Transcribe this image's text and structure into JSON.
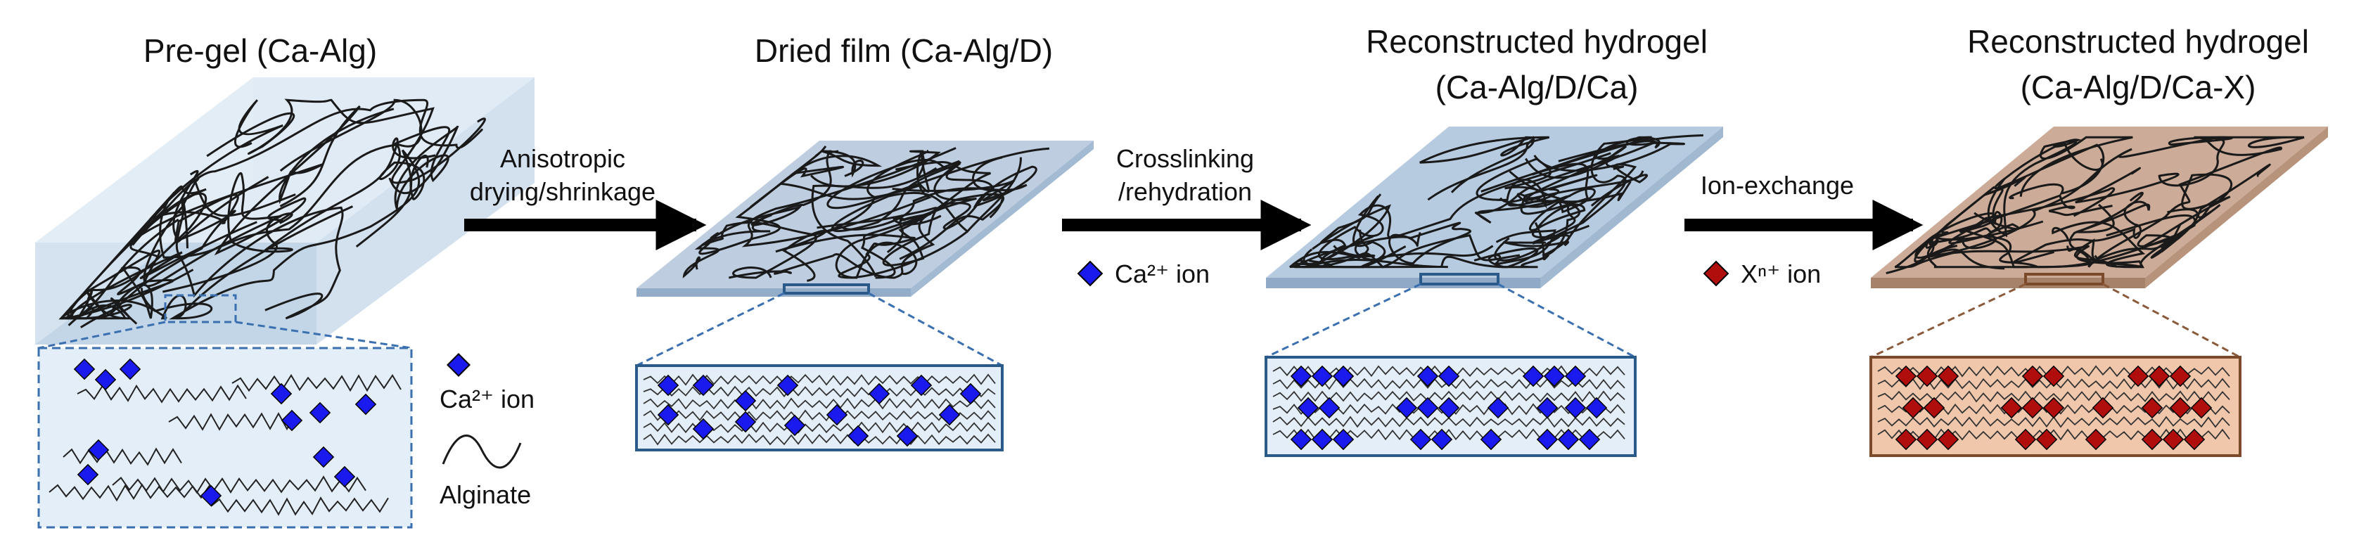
{
  "panels": [
    {
      "title": "Pre-gel (Ca-Alg)",
      "subtitle": ""
    },
    {
      "title": "Dried film (Ca-Alg/D)",
      "subtitle": ""
    },
    {
      "title": "Reconstructed hydrogel",
      "subtitle": "(Ca-Alg/D/Ca)"
    },
    {
      "title": "Reconstructed hydrogel",
      "subtitle": "(Ca-Alg/D/Ca-X)"
    }
  ],
  "arrows": [
    {
      "line1": "Anisotropic",
      "line2": "drying/shrinkage"
    },
    {
      "line1": "Crosslinking",
      "line2": "/rehydration"
    },
    {
      "line1": "Ion-exchange",
      "line2": ""
    }
  ],
  "legend": {
    "ca_ion": "Ca²⁺ ion",
    "alginate": "Alginate",
    "x_ion": "Xⁿ⁺ ion"
  },
  "colors": {
    "ca_subtitle": "#1a7ec8",
    "x_subtitle": "#d11a1a",
    "ca_ion": "#1a1aee",
    "x_ion": "#b00d0d",
    "blue_gel": "#b7c9dd",
    "brown_gel": "#c8a48e"
  }
}
